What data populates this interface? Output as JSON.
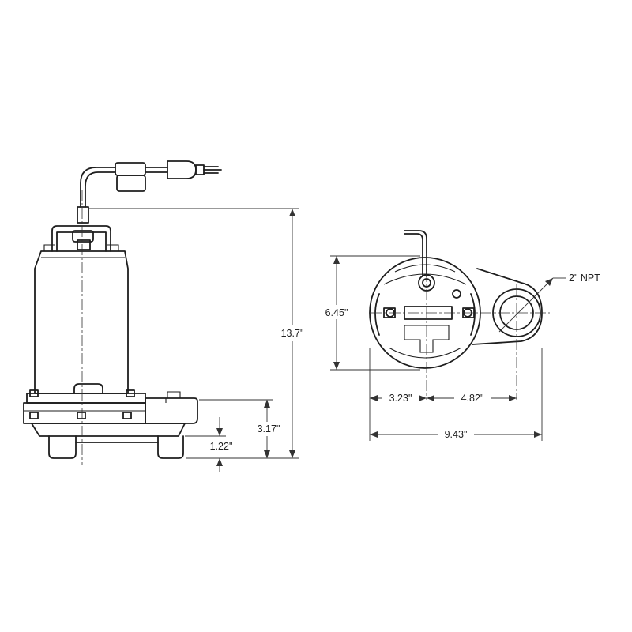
{
  "side_view": {
    "height_label": "13.7\"",
    "discharge_height_label": "3.17\"",
    "leg_height_label": "1.22\""
  },
  "top_view": {
    "discharge_label": "2\" NPT",
    "depth_label": "6.45\"",
    "left_offset_label": "3.23\"",
    "right_offset_label": "4.82\"",
    "overall_width_label": "9.43\""
  }
}
